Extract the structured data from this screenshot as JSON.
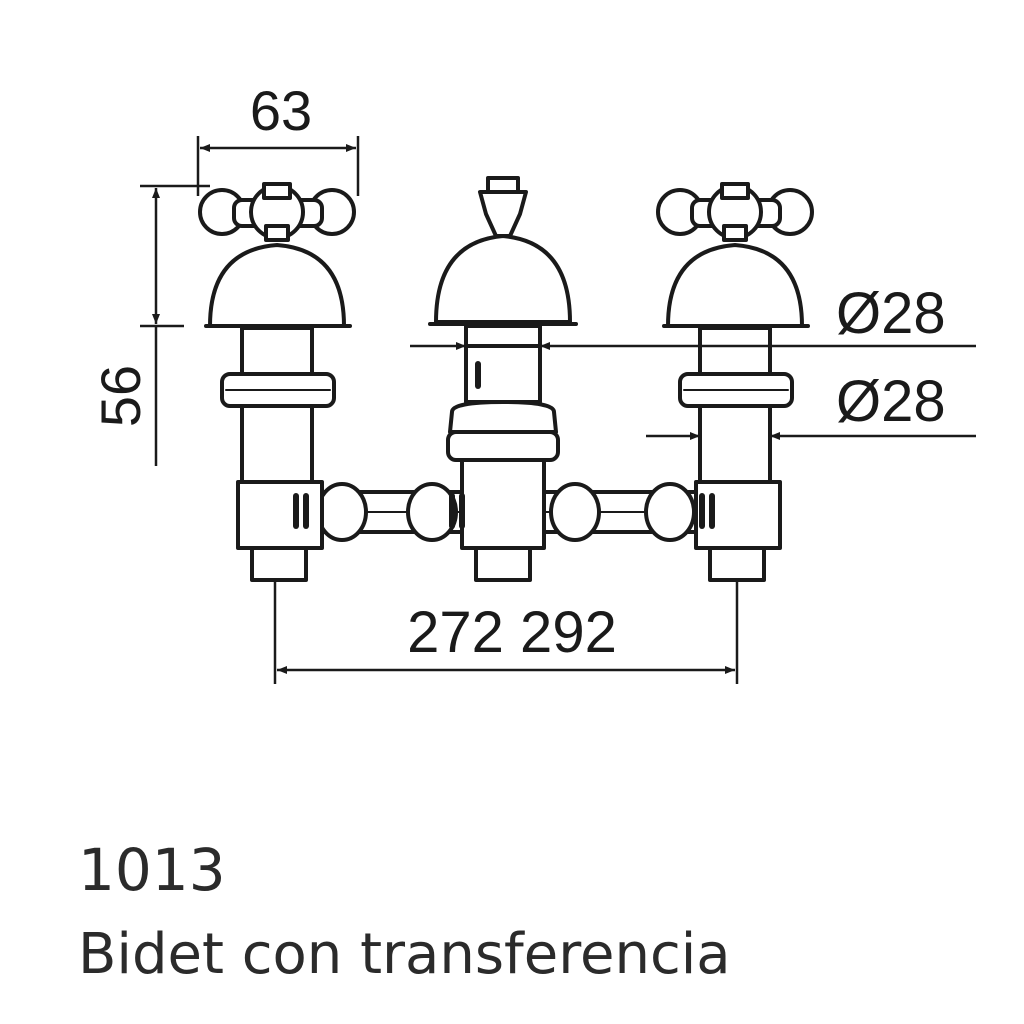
{
  "dimensions": {
    "width": "63",
    "height": "56",
    "spread": "272 292",
    "diameter_1": "Ø28",
    "diameter_2": "Ø28"
  },
  "product": {
    "code": "1013",
    "description": "Bidet con transferencia"
  },
  "colors": {
    "line": "#1a1a1a",
    "background": "#ffffff"
  }
}
